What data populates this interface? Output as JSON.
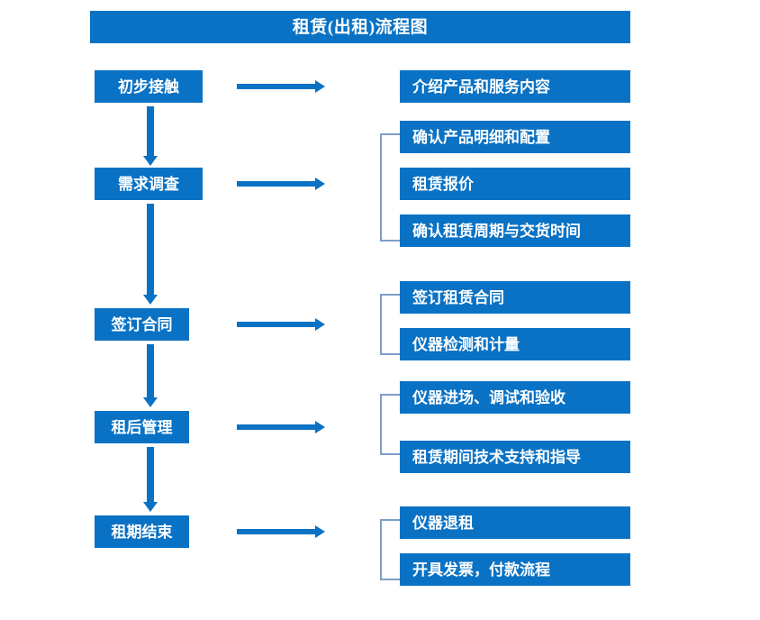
{
  "title": {
    "text": "租赁(出租)流程图"
  },
  "colors": {
    "box_blue": "#0A72C4",
    "bracket_blue": "#7E9FC7",
    "text_white": "#FFFFFF",
    "background": "#FFFFFF"
  },
  "stages": [
    {
      "label": "初步接触"
    },
    {
      "label": "需求调查"
    },
    {
      "label": "签订合同"
    },
    {
      "label": "租后管理"
    },
    {
      "label": "租期结束"
    }
  ],
  "details": [
    {
      "label": "介绍产品和服务内容"
    },
    {
      "label": "确认产品明细和配置"
    },
    {
      "label": "租赁报价"
    },
    {
      "label": "确认租赁周期与交货时间"
    },
    {
      "label": "签订租赁合同"
    },
    {
      "label": "仪器检测和计量"
    },
    {
      "label": "仪器进场、调试和验收"
    },
    {
      "label": "租赁期间技术支持和指导"
    },
    {
      "label": "仪器退租"
    },
    {
      "label": "开具发票，付款流程"
    }
  ],
  "arrows": {
    "vertical_label": "flow-down-arrow",
    "horizontal_label": "flow-right-arrow"
  },
  "brackets": {
    "label": "group-bracket"
  }
}
